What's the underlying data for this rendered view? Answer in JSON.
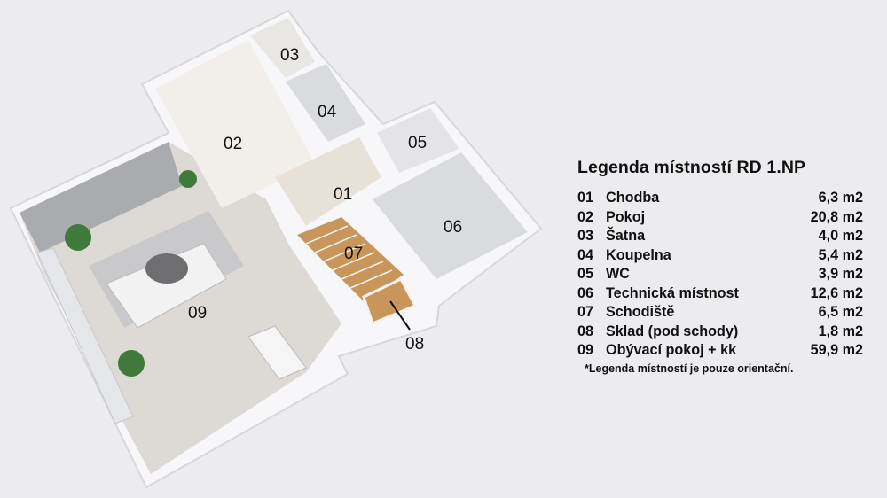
{
  "legend": {
    "title": "Legenda místností RD 1.NP",
    "rooms": [
      {
        "num": "01",
        "name": "Chodba",
        "area": "6,3 m2"
      },
      {
        "num": "02",
        "name": "Pokoj",
        "area": "20,8 m2"
      },
      {
        "num": "03",
        "name": "Šatna",
        "area": "4,0 m2"
      },
      {
        "num": "04",
        "name": "Koupelna",
        "area": "5,4 m2"
      },
      {
        "num": "05",
        "name": "WC",
        "area": "3,9 m2"
      },
      {
        "num": "06",
        "name": "Technická místnost",
        "area": "12,6 m2"
      },
      {
        "num": "07",
        "name": "Schodiště",
        "area": "6,5 m2"
      },
      {
        "num": "08",
        "name": "Sklad (pod schody)",
        "area": "1,8 m2"
      },
      {
        "num": "09",
        "name": "Obývací pokoj + kk",
        "area": "59,9 m2"
      }
    ],
    "note": "*Legenda místností je pouze orientační."
  },
  "plan_labels": [
    "01",
    "02",
    "03",
    "04",
    "05",
    "06",
    "07",
    "08",
    "09"
  ]
}
